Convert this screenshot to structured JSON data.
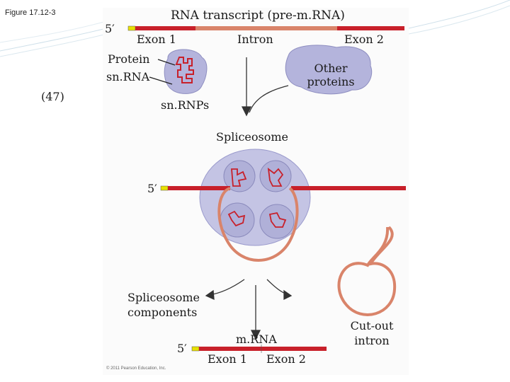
{
  "slide": {
    "figure_label": "Figure 17.12-3",
    "number": "(47)"
  },
  "diagram": {
    "title": "RNA transcript (pre-m.RNA)",
    "five_prime_top": "5′",
    "exon1_top": "Exon 1",
    "intron": "Intron",
    "exon2_top": "Exon 2",
    "protein": "Protein",
    "snrna": "sn.RNA",
    "other_proteins_1": "Other",
    "other_proteins_2": "proteins",
    "snrnps": "sn.RNPs",
    "spliceosome": "Spliceosome",
    "five_prime_mid": "5′",
    "components_1": "Spliceosome",
    "components_2": "components",
    "mrna": "m.RNA",
    "five_prime_bottom": "5′",
    "exon1_bottom": "Exon 1",
    "exon2_bottom": "Exon 2",
    "cutout_1": "Cut-out",
    "cutout_2": "intron",
    "copyright": "© 2011 Pearson Education, Inc."
  },
  "colors": {
    "exon": "#c8202a",
    "intron": "#d9846a",
    "cap": "#e8e000",
    "snrnp": "#b4b4dc",
    "spliceosome": "#c4c4e4"
  }
}
